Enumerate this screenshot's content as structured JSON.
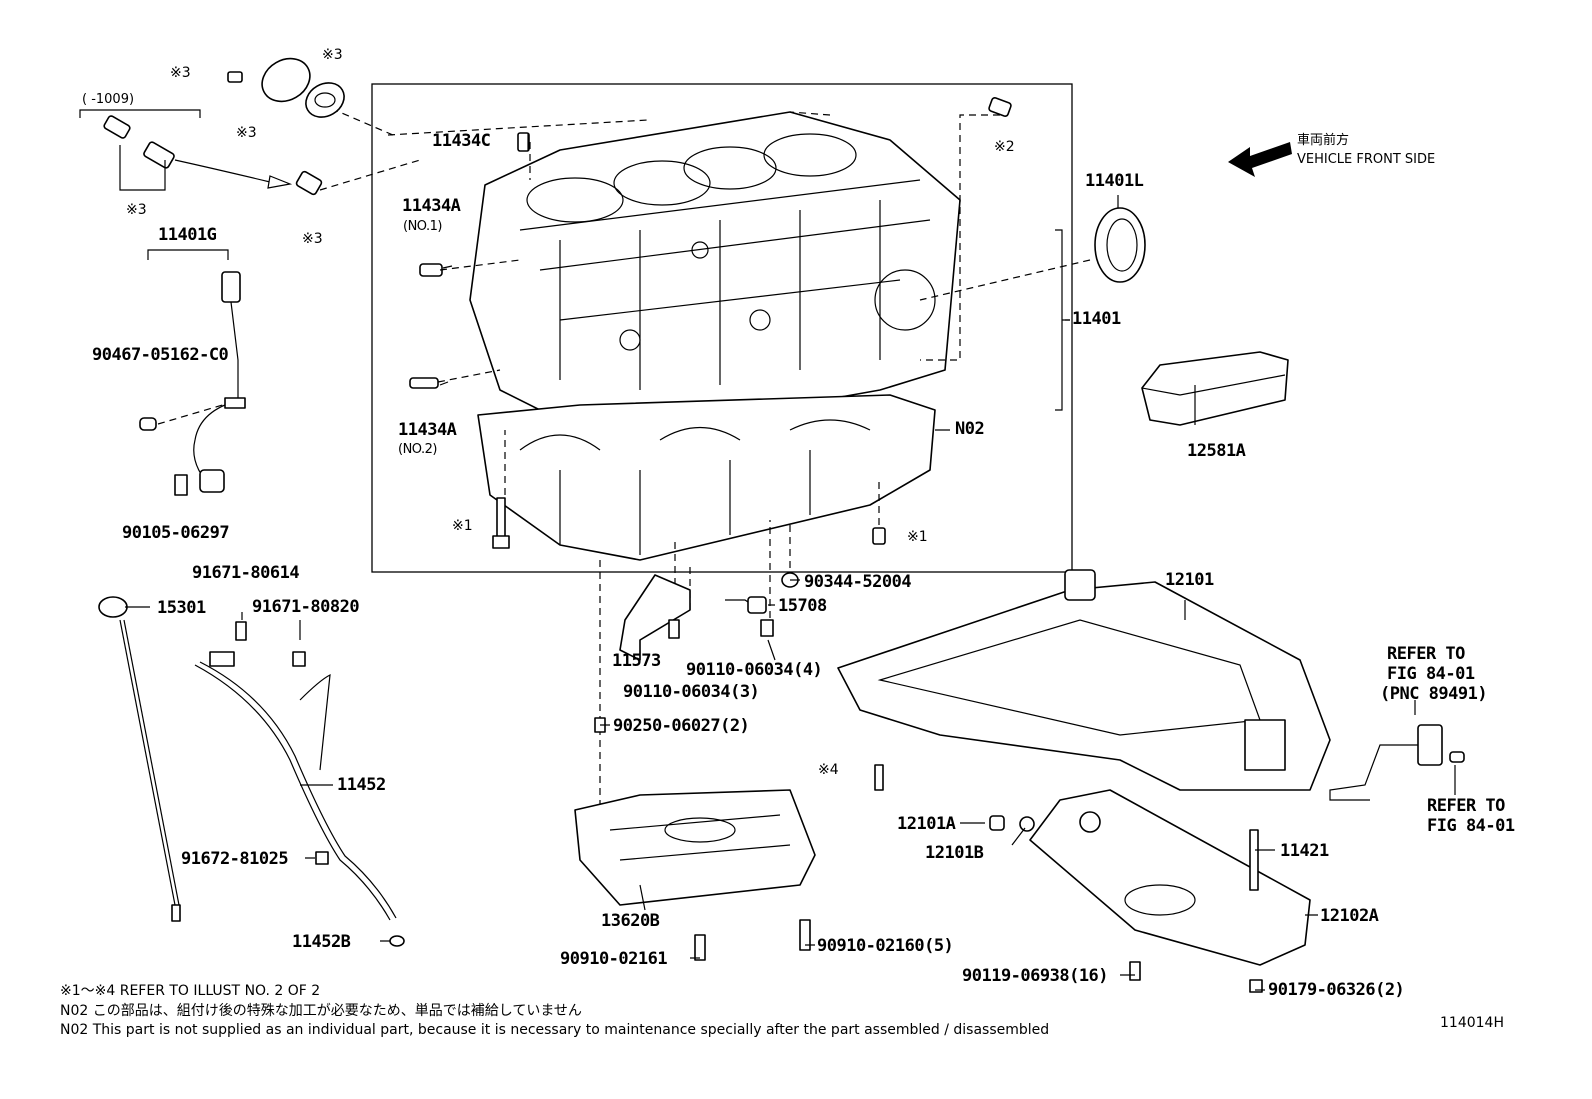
{
  "callouts": {
    "p11434C": "11434C",
    "p11434A_1": "11434A",
    "p11434A_1_note": "(NO.1)",
    "p11434A_2": "11434A",
    "p11434A_2_note": "(NO.2)",
    "p11401L": "11401L",
    "p11401": "11401",
    "pN02": "N02",
    "p12581A": "12581A",
    "p11401G": "11401G",
    "p90467": "90467-05162-C0",
    "p90105": "90105-06297",
    "p91671_80614": "91671-80614",
    "p91671_80820": "91671-80820",
    "p15301": "15301",
    "p11452": "11452",
    "p91672": "91672-81025",
    "p11452B": "11452B",
    "p90344": "90344-52004",
    "p15708": "15708",
    "p11573": "11573",
    "p90110_4": "90110-06034(4)",
    "p90110_3": "90110-06034(3)",
    "p90250": "90250-06027(2)",
    "p13620B": "13620B",
    "p90910_02161": "90910-02161",
    "p90910_02160": "90910-02160(5)",
    "p12101": "12101",
    "p12101A": "12101A",
    "p12101B": "12101B",
    "p11421": "11421",
    "p12102A": "12102A",
    "p90119": "90119-06938(16)",
    "p90179": "90179-06326(2)",
    "refer1a": "REFER TO",
    "refer1b": "FIG 84-01",
    "refer1c": "(PNC 89491)",
    "refer2a": "REFER TO",
    "refer2b": "FIG 84-01"
  },
  "marks": {
    "m3_a": "※3",
    "m3_b": "※3",
    "m3_c": "※3",
    "m3_d": "※3",
    "m3_e": "※3",
    "m2": "※2",
    "m1_a": "※1",
    "m1_b": "※1",
    "m4": "※4",
    "date_range": "(    -1009)"
  },
  "front": {
    "jp": "車両前方",
    "en": "VEHICLE FRONT SIDE"
  },
  "notes": {
    "line1": "※1～※4 REFER TO ILLUST NO. 2 OF 2",
    "line2": "N02  この部品は、組付け後の特殊な加工が必要なため、単品では補給していません",
    "line3": "N02  This part is not supplied as an individual part, because it is necessary to maintenance specially after the part assembled / disassembled"
  },
  "figure_id": "114014H"
}
